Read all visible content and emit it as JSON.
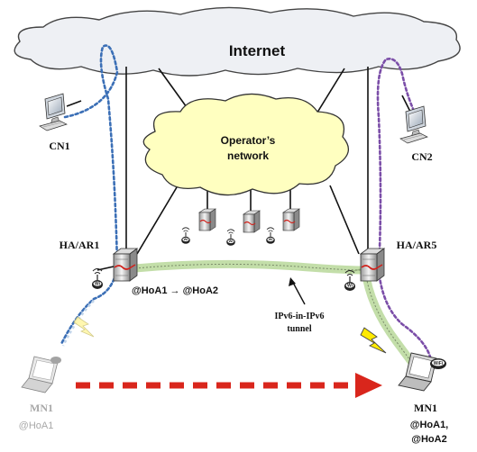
{
  "internet_label": "Internet",
  "operator_network_line1": "Operator’s",
  "operator_network_line2": "network",
  "cn1_label": "CN1",
  "cn2_label": "CN2",
  "ha_ar1_label": "HA/AR1",
  "ha_ar5_label": "HA/AR5",
  "hoa_change_label": "@HoA1 → @HoA2",
  "tunnel_line1": "IPv6-in-IPv6",
  "tunnel_line2": "tunnel",
  "mn1_left_label": "MN1",
  "mn1_left_address": "@HoA1",
  "mn1_right_label": "MN1",
  "mn1_right_address1": "@HoA1,",
  "mn1_right_address2": "@HoA2",
  "wifi_badge": "WiFi",
  "colors": {
    "cloud_fill": "#eef0f4",
    "operator_cloud_fill": "#ffffc0",
    "blue_path": "#3b6fb6",
    "purple_path": "#7b4ea8",
    "tunnel_green": "#b8d89a",
    "handover_arrow": "#d9261c",
    "lightning": "#ffea00"
  },
  "icons": [
    "desktop-computer-icon",
    "router-server-icon",
    "wifi-access-point-icon",
    "laptop-icon",
    "lightning-icon"
  ]
}
